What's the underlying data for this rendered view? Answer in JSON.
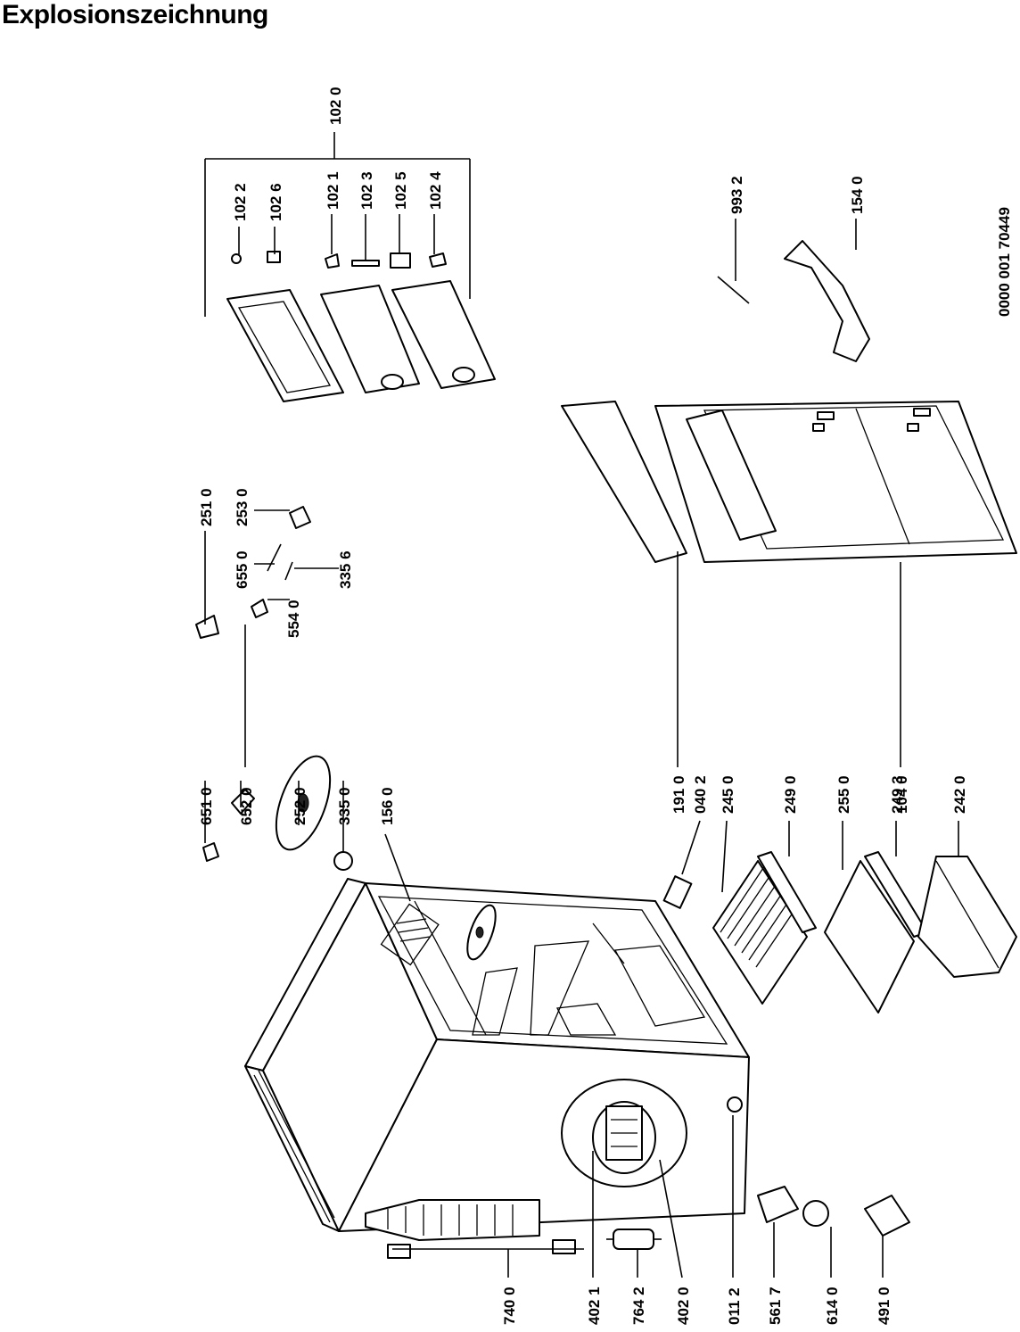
{
  "title": "Explosionszeichnung",
  "doc_number": "0000  001 70449",
  "labels": [
    {
      "id": "740-0",
      "text": "740 0"
    },
    {
      "id": "402-1",
      "text": "402 1"
    },
    {
      "id": "764-2",
      "text": "764 2"
    },
    {
      "id": "402-0",
      "text": "402 0"
    },
    {
      "id": "011-2",
      "text": "011 2"
    },
    {
      "id": "561-7",
      "text": "561 7"
    },
    {
      "id": "614-0",
      "text": "614 0"
    },
    {
      "id": "491-0",
      "text": "491 0"
    },
    {
      "id": "651-0",
      "text": "651 0"
    },
    {
      "id": "652-0",
      "text": "652 0"
    },
    {
      "id": "252-0",
      "text": "252 0"
    },
    {
      "id": "335-0",
      "text": "335 0"
    },
    {
      "id": "156-0",
      "text": "156 0"
    },
    {
      "id": "040-2",
      "text": "040 2"
    },
    {
      "id": "245-0",
      "text": "245 0"
    },
    {
      "id": "249-0",
      "text": "249 0"
    },
    {
      "id": "255-0",
      "text": "255 0"
    },
    {
      "id": "249-3",
      "text": "249 3"
    },
    {
      "id": "242-0",
      "text": "242 0"
    },
    {
      "id": "191-0",
      "text": "191 0"
    },
    {
      "id": "104-0",
      "text": "104 0"
    },
    {
      "id": "251-0",
      "text": "251 0"
    },
    {
      "id": "253-0",
      "text": "253 0"
    },
    {
      "id": "655-0",
      "text": "655 0"
    },
    {
      "id": "335-6",
      "text": "335 6"
    },
    {
      "id": "554-0",
      "text": "554 0"
    },
    {
      "id": "102-0",
      "text": "102 0"
    },
    {
      "id": "102-2",
      "text": "102 2"
    },
    {
      "id": "102-6",
      "text": "102 6"
    },
    {
      "id": "102-1",
      "text": "102 1"
    },
    {
      "id": "102-3",
      "text": "102 3"
    },
    {
      "id": "102-5",
      "text": "102 5"
    },
    {
      "id": "102-4",
      "text": "102 4"
    },
    {
      "id": "993-2",
      "text": "993 2"
    },
    {
      "id": "154-0",
      "text": "154 0"
    }
  ]
}
